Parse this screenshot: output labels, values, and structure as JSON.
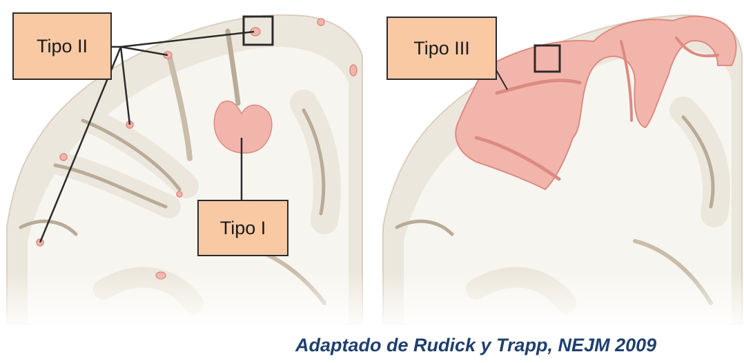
{
  "labels": {
    "tipo_ii": "Tipo II",
    "tipo_iii": "Tipo III",
    "tipo_i": "Tipo I"
  },
  "caption": "Adaptado de Rudick y Trapp, NEJM 2009",
  "colors": {
    "white_matter": "#f7f5ef",
    "gray_matter": "#ece7dc",
    "sulcus": "#b9ab98",
    "lesion": "#f2b5ac",
    "lesion_edge": "#dc8b82",
    "label_fill": "#f9c9a4",
    "caption": "#1f3f6e"
  }
}
